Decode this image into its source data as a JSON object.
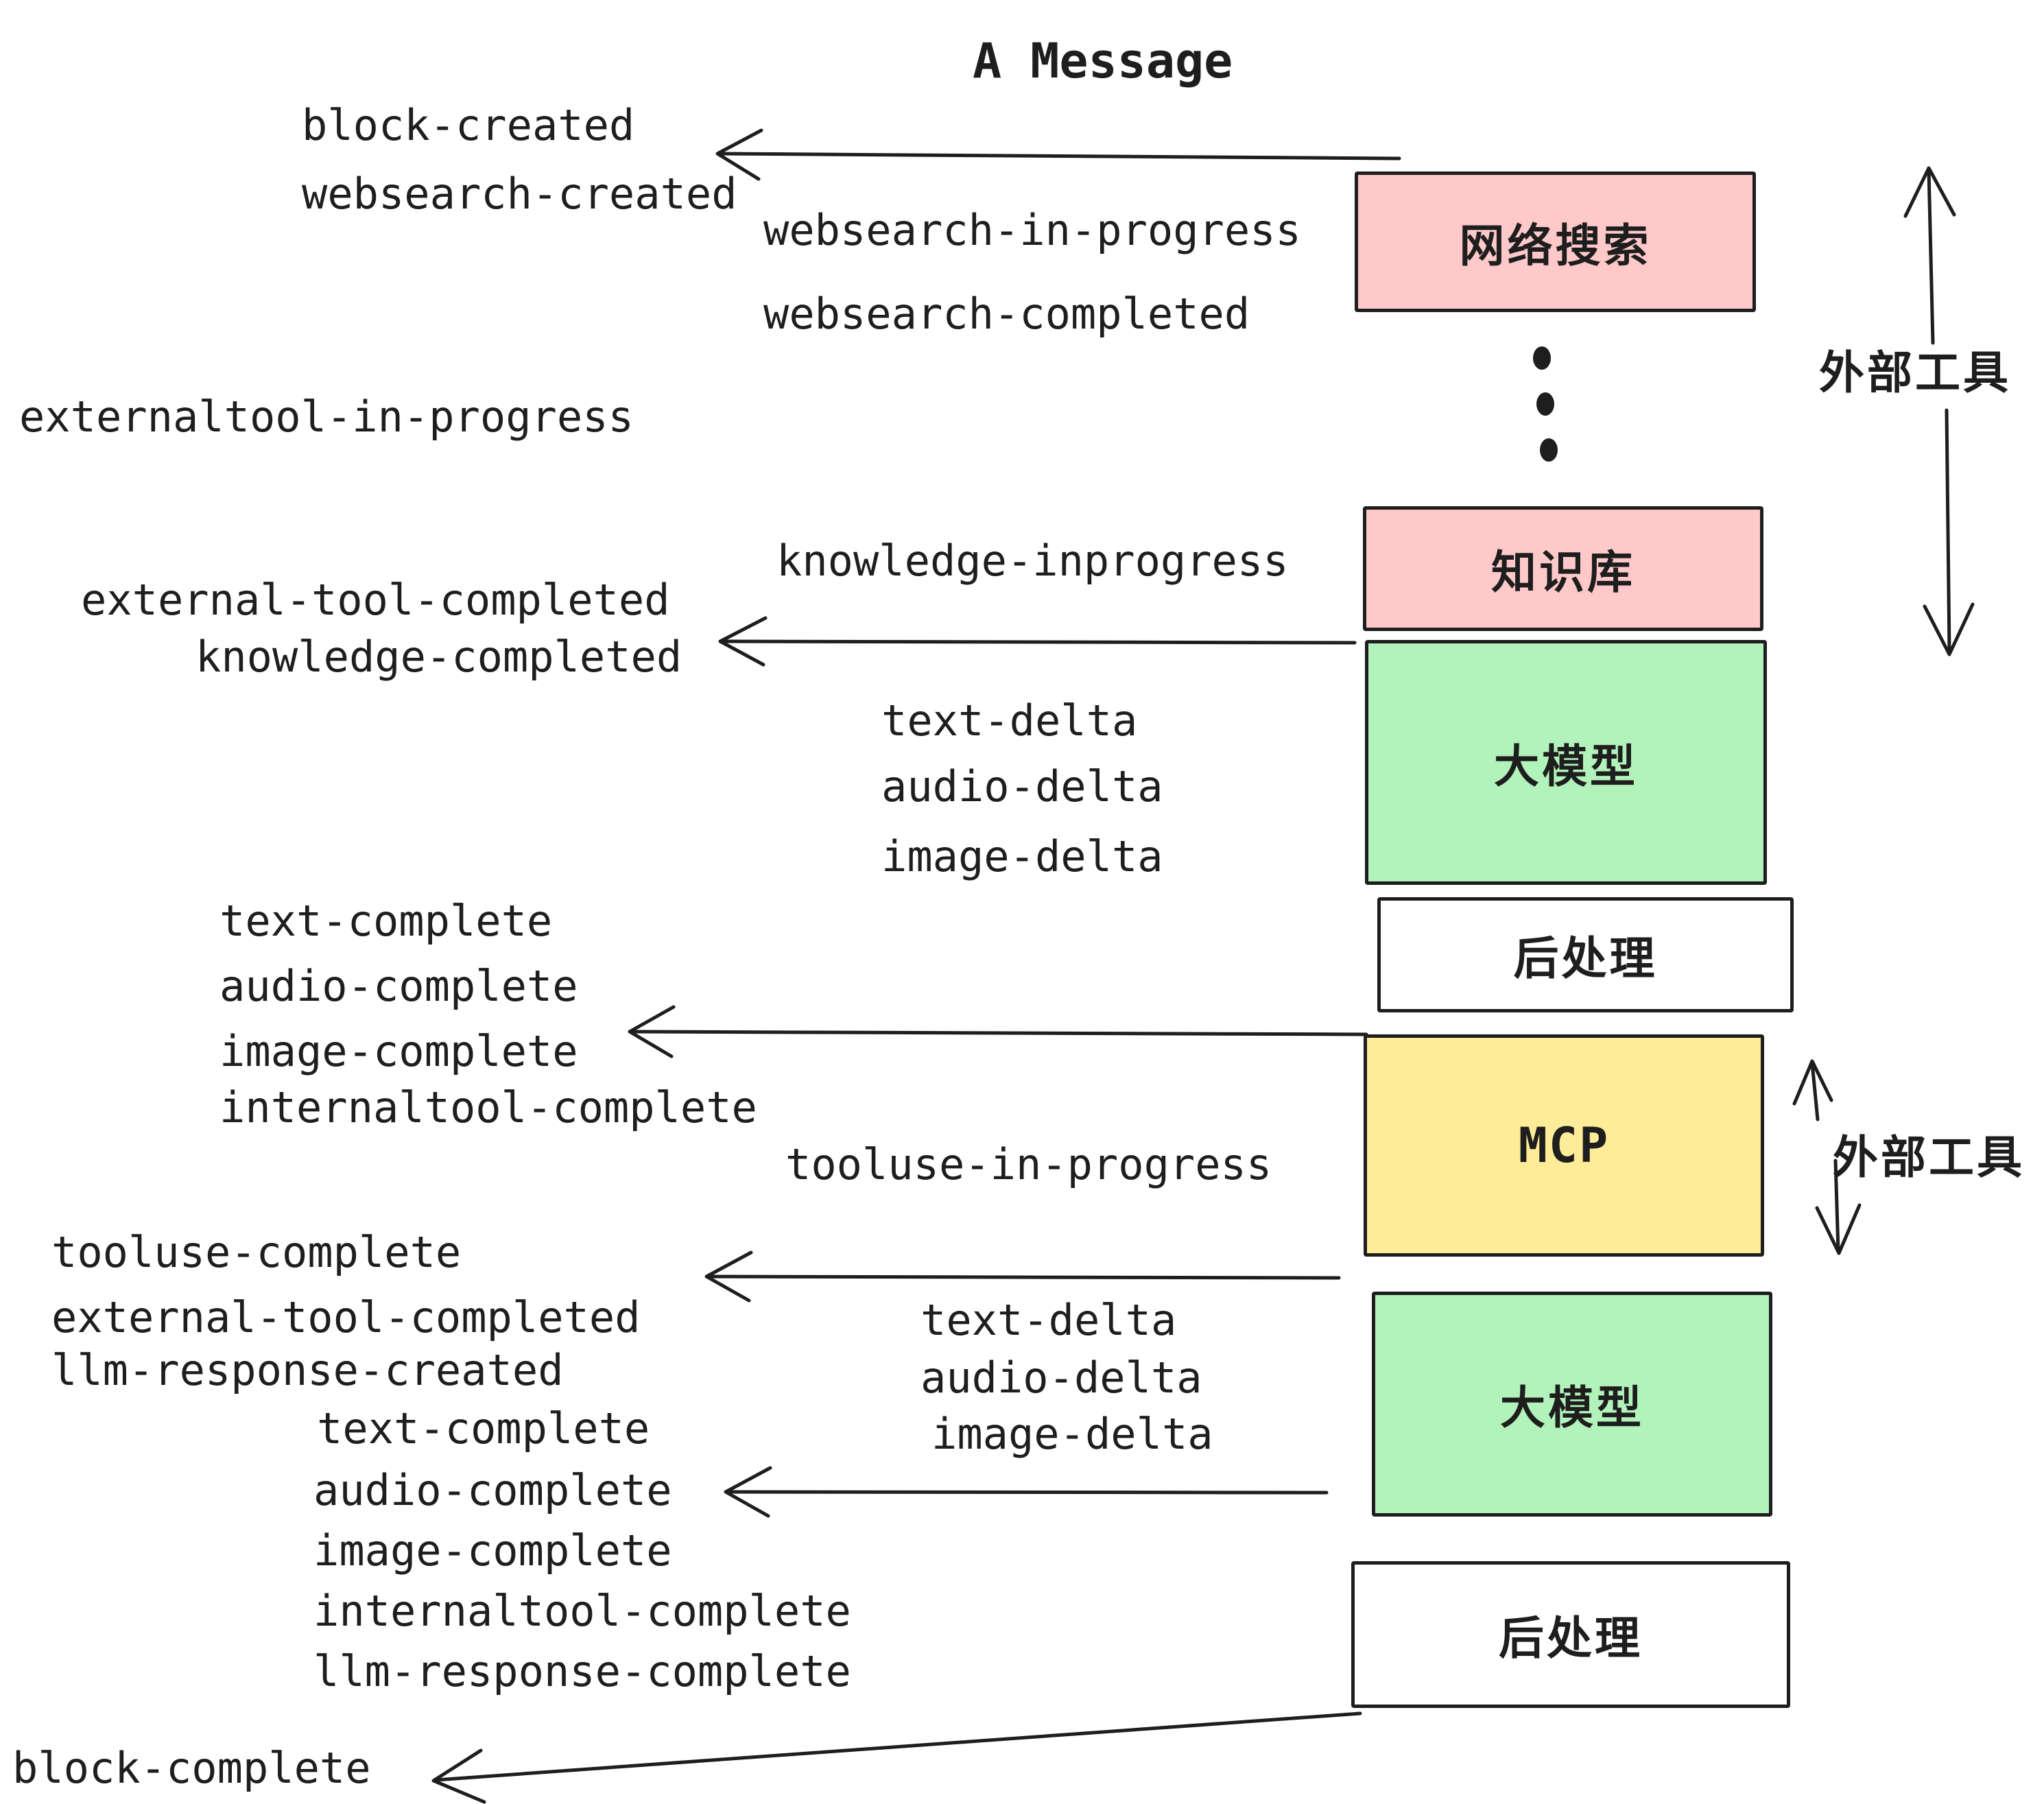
{
  "title": "A Message",
  "colors": {
    "box_pink": "#ffc9c9",
    "box_green": "#b2f2bb",
    "box_yellow": "#ffec99",
    "box_white": "#ffffff",
    "stroke": "#1e1e1e"
  },
  "boxes": [
    {
      "id": "websearch",
      "label": "网络搜索",
      "color": "#ffc9c9"
    },
    {
      "id": "knowledge",
      "label": "知识库",
      "color": "#ffc9c9"
    },
    {
      "id": "llm_1",
      "label": "大模型",
      "color": "#b2f2bb"
    },
    {
      "id": "postprocess_1",
      "label": "后处理",
      "color": "#ffffff"
    },
    {
      "id": "mcp",
      "label": "MCP",
      "color": "#ffec99"
    },
    {
      "id": "llm_2",
      "label": "大模型",
      "color": "#b2f2bb"
    },
    {
      "id": "postprocess_2",
      "label": "后处理",
      "color": "#ffffff"
    }
  ],
  "events": {
    "block_created": "block-created",
    "websearch_created": "websearch-created",
    "websearch_in_progress": "websearch-in-progress",
    "websearch_completed": "websearch-completed",
    "externaltool_in_progress": "externaltool-in-progress",
    "knowledge_inprogress": "knowledge-inprogress",
    "external_tool_completed": "external-tool-completed",
    "knowledge_completed": "knowledge-completed",
    "text_delta": "text-delta",
    "audio_delta": "audio-delta",
    "image_delta": "image-delta",
    "text_complete": "text-complete",
    "audio_complete": "audio-complete",
    "image_complete": "image-complete",
    "internaltool_complete": "internaltool-complete",
    "tooluse_in_progress": "tooluse-in-progress",
    "tooluse_complete": "tooluse-complete",
    "llm_response_created": "llm-response-created",
    "llm_response_complete": "llm-response-complete",
    "block_complete": "block-complete"
  },
  "annotations": {
    "external_tools_top": "外部工具",
    "external_tools_mcp": "外部工具"
  }
}
